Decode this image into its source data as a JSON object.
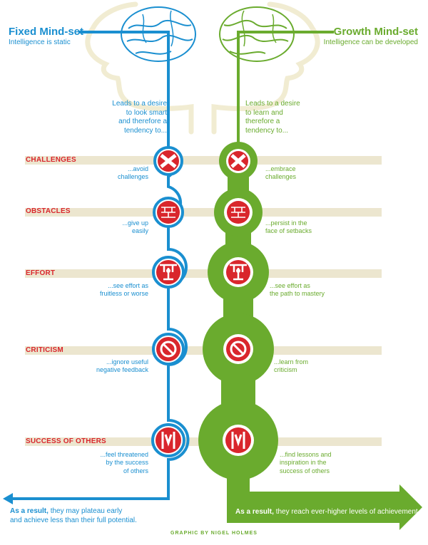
{
  "header": {
    "fixed_title": "Fixed Mind-set",
    "fixed_subtitle": "Intelligence is static",
    "growth_title": "Growth Mind-set",
    "growth_subtitle": "Intelligence can be developed"
  },
  "intro": {
    "fixed": "Leads to a desire\nto look smart\nand therefore a\ntendency to...",
    "growth": "Leads to a desire\nto learn and\ntherefore a\ntendency to..."
  },
  "categories": [
    {
      "label": "CHALLENGES",
      "icon": "no-entry-cross-icon",
      "fixed": "...avoid\nchallenges",
      "growth": "...embrace\nchallenges"
    },
    {
      "label": "OBSTACLES",
      "icon": "brick-wall-icon",
      "fixed": "...give up\neasily",
      "growth": "...persist in the\nface of setbacks"
    },
    {
      "label": "EFFORT",
      "icon": "weightlifter-icon",
      "fixed": "...see effort as\nfruitless or worse",
      "growth": "...see effort as\nthe path to mastery"
    },
    {
      "label": "CRITICISM",
      "icon": "prohibited-sign-icon",
      "fixed": "...ignore useful\nnegative feedback",
      "growth": "...learn from\ncriticism"
    },
    {
      "label": "SUCCESS OF OTHERS",
      "icon": "people-icon",
      "fixed": "...feel threatened\nby the success\nof others",
      "growth": "...find lessons and\ninspiration in the\nsuccess of others"
    }
  ],
  "conclusion": {
    "fixed_lead": "As a result,",
    "fixed_text": " they may plateau early\nand achieve less than their full potential.",
    "growth_lead": "As a result,",
    "growth_text": " they reach ever-higher levels of achievement."
  },
  "credit": "GRAPHIC BY NIGEL HOLMES",
  "colors": {
    "fixed": "#1a8fd0",
    "growth": "#6aab2e",
    "red": "#d9262c",
    "band": "#ece6cf",
    "head": "#f1ecd2"
  }
}
